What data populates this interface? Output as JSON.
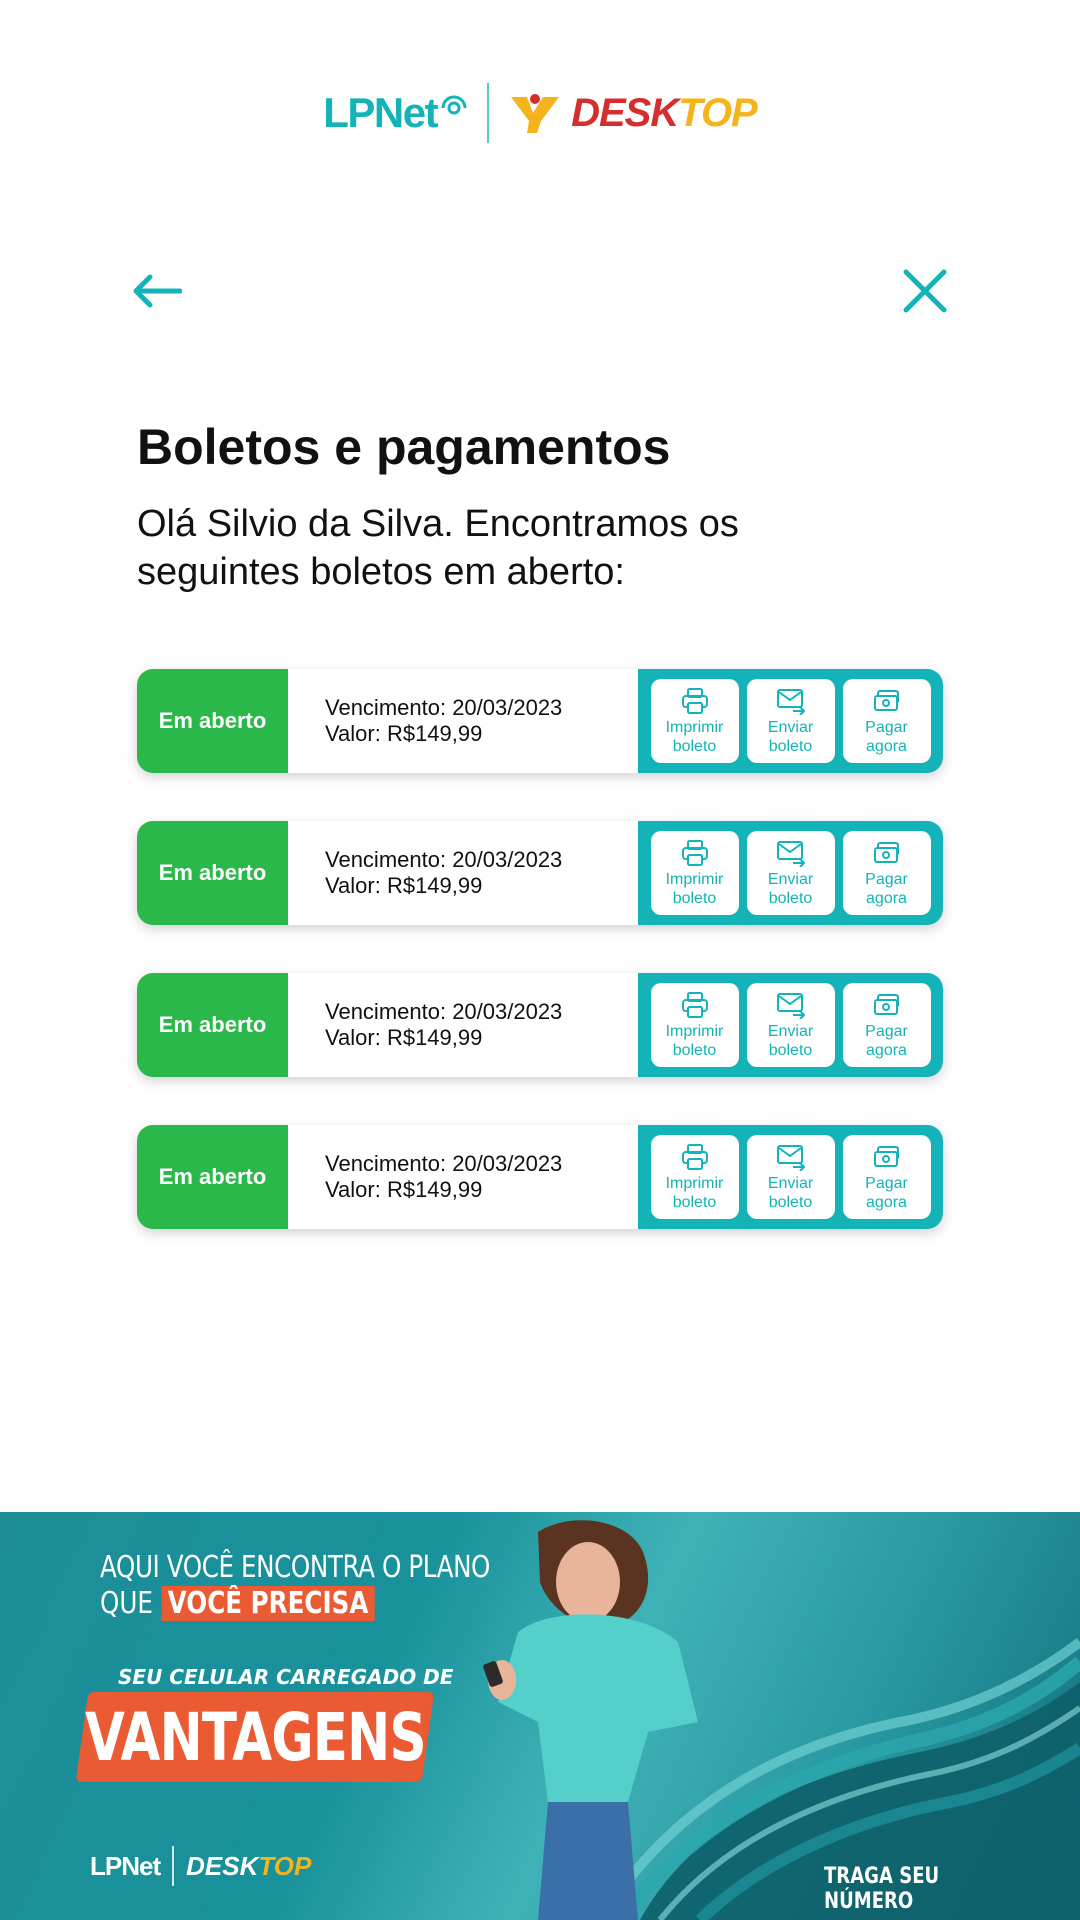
{
  "header": {
    "logo_left": "LPNet",
    "logo_right_part1": "DESK",
    "logo_right_part2": "TOP"
  },
  "nav": {
    "back_icon": "arrow-left-icon",
    "close_icon": "close-icon"
  },
  "page": {
    "title": "Boletos e pagamentos",
    "subtitle": "Olá Silvio da Silva. Encontramos os seguintes boletos em aberto:"
  },
  "bills": [
    {
      "status": "Em aberto",
      "due": "Vencimento: 20/03/2023",
      "value": "Valor: R$149,99"
    },
    {
      "status": "Em aberto",
      "due": "Vencimento: 20/03/2023",
      "value": "Valor: R$149,99"
    },
    {
      "status": "Em aberto",
      "due": "Vencimento: 20/03/2023",
      "value": "Valor: R$149,99"
    },
    {
      "status": "Em aberto",
      "due": "Vencimento: 20/03/2023",
      "value": "Valor: R$149,99"
    }
  ],
  "actions": {
    "print_l1": "Imprimir",
    "print_l2": "boleto",
    "send_l1": "Enviar",
    "send_l2": "boleto",
    "pay_l1": "Pagar",
    "pay_l2": "agora"
  },
  "banner": {
    "line1": "AQUI VOCÊ ENCONTRA O PLANO",
    "line2_prefix": "QUE",
    "line2_highlight": "VOCÊ PRECISA",
    "sub": "SEU CELULAR CARREGADO DE",
    "big": "VANTAGENS",
    "logo_left": "LPNet",
    "logo_right_part1": "DESK",
    "logo_right_part2": "TOP",
    "cta": "TRAGA SEU NÚMERO"
  },
  "colors": {
    "accent": "#14b3b8",
    "status_green": "#2bb84b",
    "banner_orange": "#ea5a33",
    "brand_red": "#d62d2d",
    "brand_yellow": "#f5b41c"
  }
}
